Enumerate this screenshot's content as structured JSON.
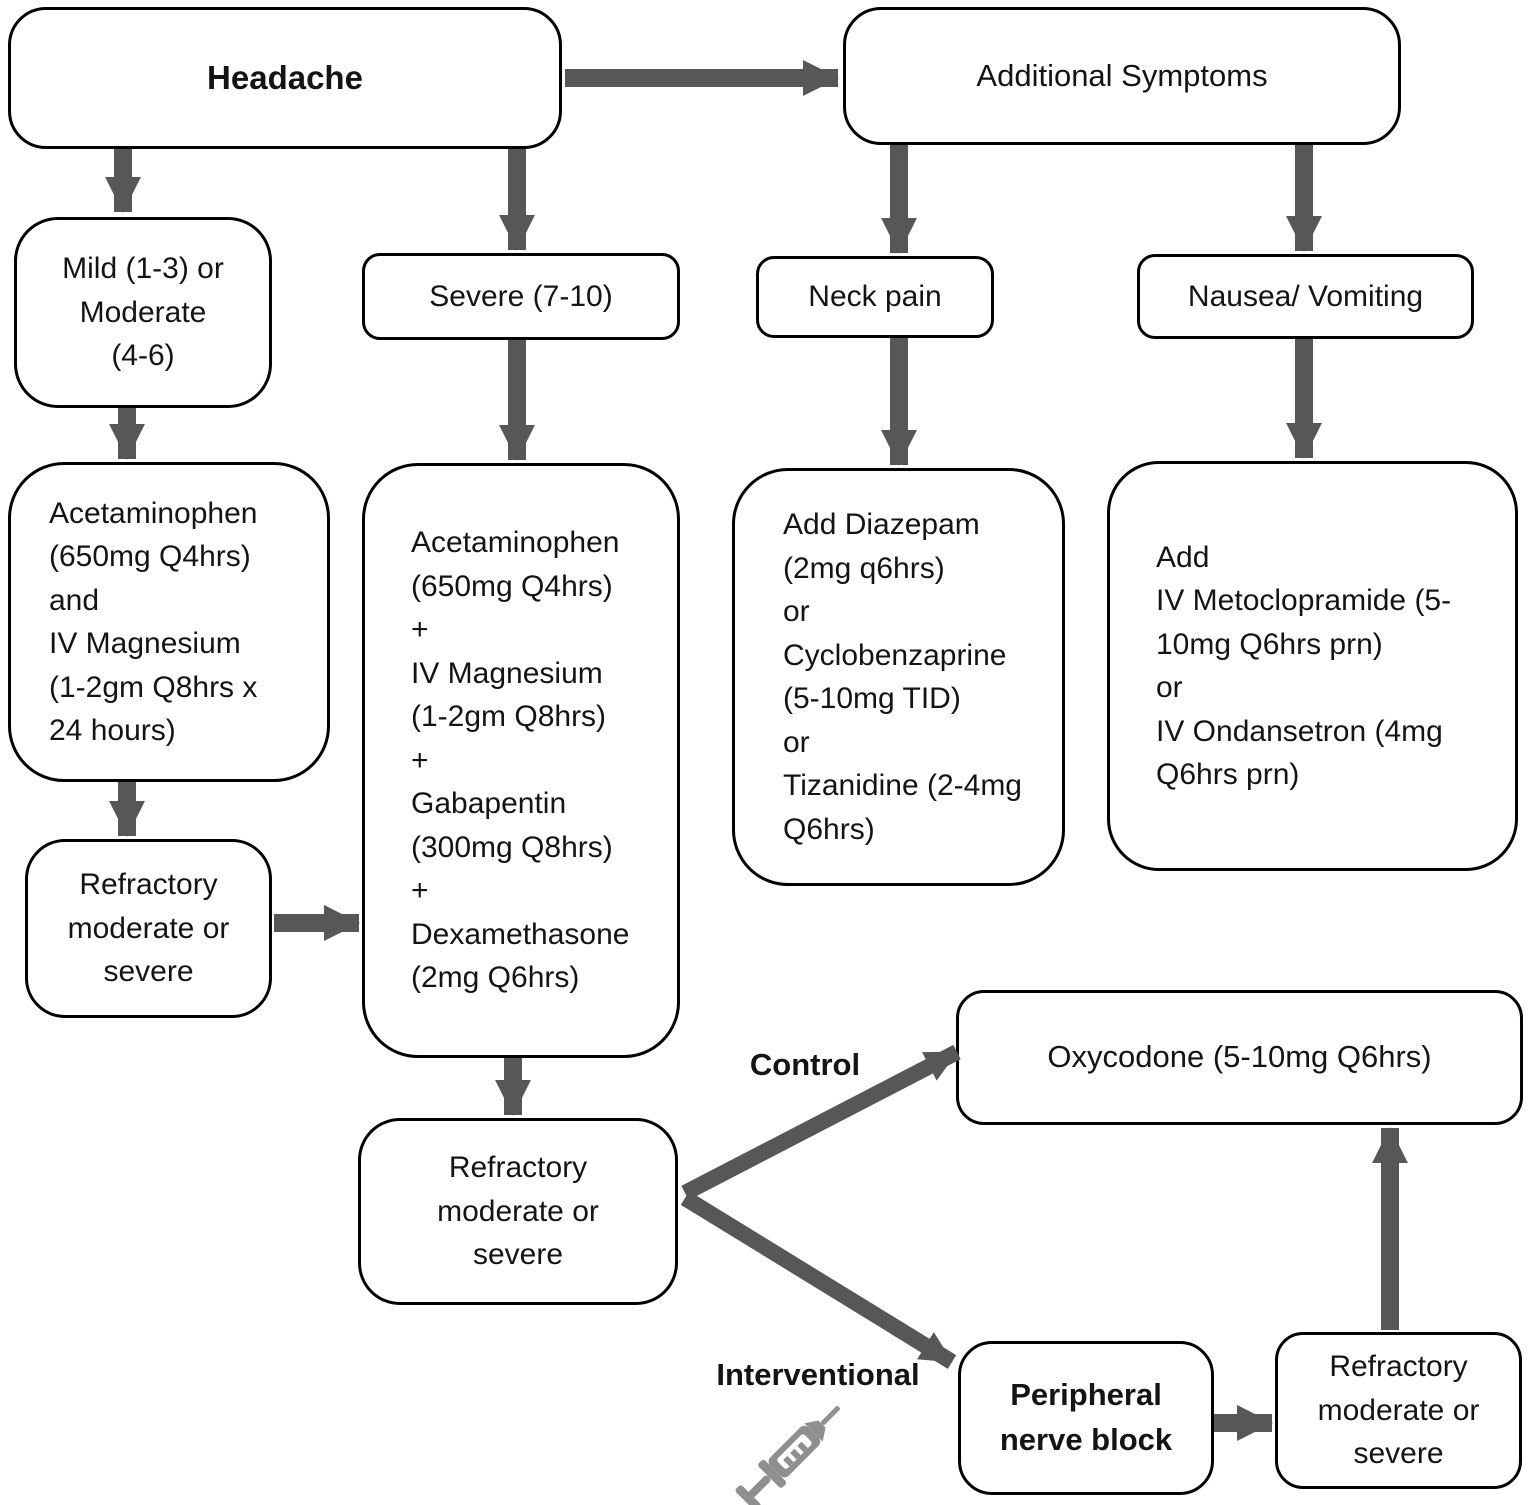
{
  "colors": {
    "background": "#ffffff",
    "box_border": "#000000",
    "text": "#141414",
    "arrow": "#575757",
    "syringe": "#8f8f8f"
  },
  "nodes": {
    "headache": {
      "label": "Headache"
    },
    "additional_symptoms": {
      "label": "Additional Symptoms"
    },
    "mild_moderate": {
      "label": "Mild (1-3) or\nModerate\n(4-6)"
    },
    "severe": {
      "label": "Severe (7-10)"
    },
    "neck_pain": {
      "label": "Neck pain"
    },
    "nausea_vomiting": {
      "label": "Nausea/ Vomiting"
    },
    "mild_moderate_treatment": {
      "label": "Acetaminophen\n(650mg Q4hrs)\nand\nIV Magnesium\n(1-2gm Q8hrs x\n24 hours)"
    },
    "severe_treatment": {
      "label": "Acetaminophen\n(650mg Q4hrs)\n+\nIV Magnesium\n(1-2gm Q8hrs)\n+\nGabapentin\n(300mg Q8hrs)\n+\nDexamethasone\n(2mg Q6hrs)"
    },
    "neck_pain_treatment": {
      "label": "Add Diazepam\n(2mg q6hrs)\nor\nCyclobenzaprine\n(5-10mg TID)\nor\nTizanidine (2-4mg\nQ6hrs)"
    },
    "nausea_treatment": {
      "label": "Add\nIV Metoclopramide (5-\n10mg Q6hrs prn)\nor\nIV Ondansetron (4mg\nQ6hrs prn)"
    },
    "refractory_after_mild": {
      "label": "Refractory\nmoderate or\nsevere"
    },
    "refractory_after_severe": {
      "label": "Refractory\nmoderate or\nsevere"
    },
    "oxycodone": {
      "label": "Oxycodone (5-10mg Q6hrs)"
    },
    "peripheral_nerve_block": {
      "label": "Peripheral\nnerve block"
    },
    "refractory_after_block": {
      "label": "Refractory\nmoderate or\nsevere"
    }
  },
  "edge_labels": {
    "control": "Control",
    "interventional": "Interventional"
  },
  "icons": {
    "syringe": "syringe-icon"
  }
}
